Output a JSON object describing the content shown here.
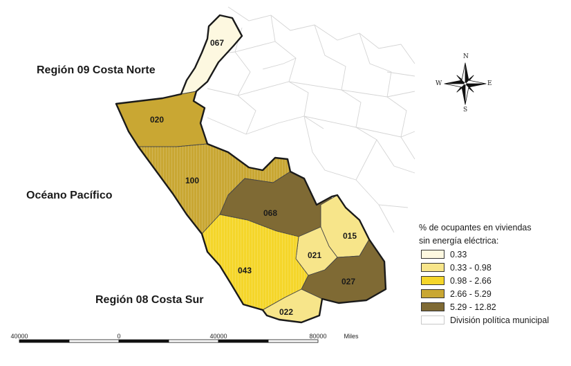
{
  "map": {
    "region_north": "Región 09 Costa Norte",
    "ocean": "Océano Pacífico",
    "region_south": "Región 08 Costa Sur",
    "municipalities": [
      {
        "code": "067",
        "class": 0
      },
      {
        "code": "020",
        "class": 3
      },
      {
        "code": "100",
        "class": 3
      },
      {
        "code": "068",
        "class": 4
      },
      {
        "code": "015",
        "class": 1
      },
      {
        "code": "021",
        "class": 1
      },
      {
        "code": "043",
        "class": 2
      },
      {
        "code": "027",
        "class": 4
      },
      {
        "code": "022",
        "class": 1
      }
    ]
  },
  "legend": {
    "title_line1": "% de ocupantes en  viviendas",
    "title_line2": "sin  energía eléctrica:",
    "classes": [
      {
        "label": "0.33",
        "color": "#fdf8e0"
      },
      {
        "label": "0.33 - 0.98",
        "color": "#f7e58a"
      },
      {
        "label": "0.98 - 2.66",
        "color": "#f5d62a"
      },
      {
        "label": "2.66 - 5.29",
        "color": "#c9a733"
      },
      {
        "label": "5.29 - 12.82",
        "color": "#7f6a34"
      }
    ],
    "boundary_label": "División política municipal"
  },
  "compass": {
    "n": "N",
    "s": "S",
    "e": "E",
    "w": "W"
  },
  "scale": {
    "ticks": [
      "40000",
      "0",
      "40000",
      "80000"
    ],
    "units": "Miles"
  }
}
